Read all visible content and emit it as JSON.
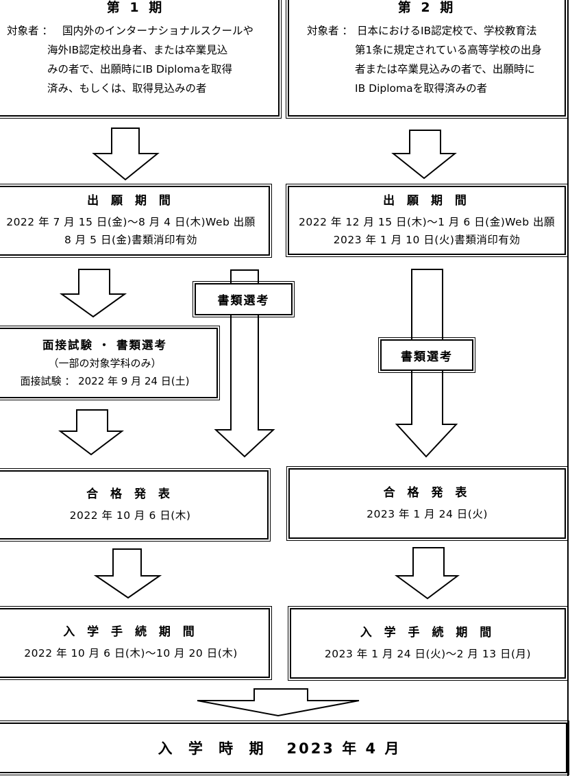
{
  "flow": {
    "period1": {
      "title": "第 1 期",
      "audience_label": "対象者 ：",
      "body_lines": [
        "国内外のインターナショナルスクールや",
        "海外IB認定校出身者、または卒業見込",
        "みの者で、出願時にIB Diplomaを取得",
        "済み、もしくは、取得見込みの者"
      ],
      "application": {
        "title": "出 願 期 間",
        "line1": "2022 年 7 月 15 日(金)～8 月 4 日(木)Web 出願",
        "line2": "8 月 5 日(金)書類消印有効"
      },
      "screening_label": "書類選考",
      "interview": {
        "title": "面接試験 ・ 書類選考",
        "note": "（一部の対象学科のみ）",
        "date": "面接試験 ： 2022 年 9 月 24 日(土)"
      },
      "announcement": {
        "title": "合 格 発 表",
        "date": "2022 年 10 月 6 日(木)"
      },
      "enrollment": {
        "title": "入 学 手 続 期 間",
        "date": "2022 年 10 月 6 日(木)～10 月 20 日(木)"
      }
    },
    "period2": {
      "title": "第 2 期",
      "audience_label": "対象者 ：",
      "body_lines": [
        "日本におけるIB認定校で、学校教育法",
        "第1条に規定されている高等学校の出身",
        "者または卒業見込みの者で、出願時に",
        "IB Diplomaを取得済みの者"
      ],
      "application": {
        "title": "出 願 期 間",
        "line1": "2022 年 12 月 15 日(木)～1 月 6 日(金)Web 出願",
        "line2": "2023 年 1 月 10 日(火)書類消印有効"
      },
      "screening_label": "書類選考",
      "announcement": {
        "title": "合 格 発 表",
        "date": "2023 年 1 月 24 日(火)"
      },
      "enrollment": {
        "title": "入 学 手 続 期 間",
        "date": "2023 年 1 月 24 日(火)～2 月 13 日(月)"
      }
    },
    "final": {
      "title": "入 学 時 期",
      "value": "2023 年 4 月"
    },
    "colors": {
      "line": "#000000",
      "background": "#ffffff"
    }
  }
}
